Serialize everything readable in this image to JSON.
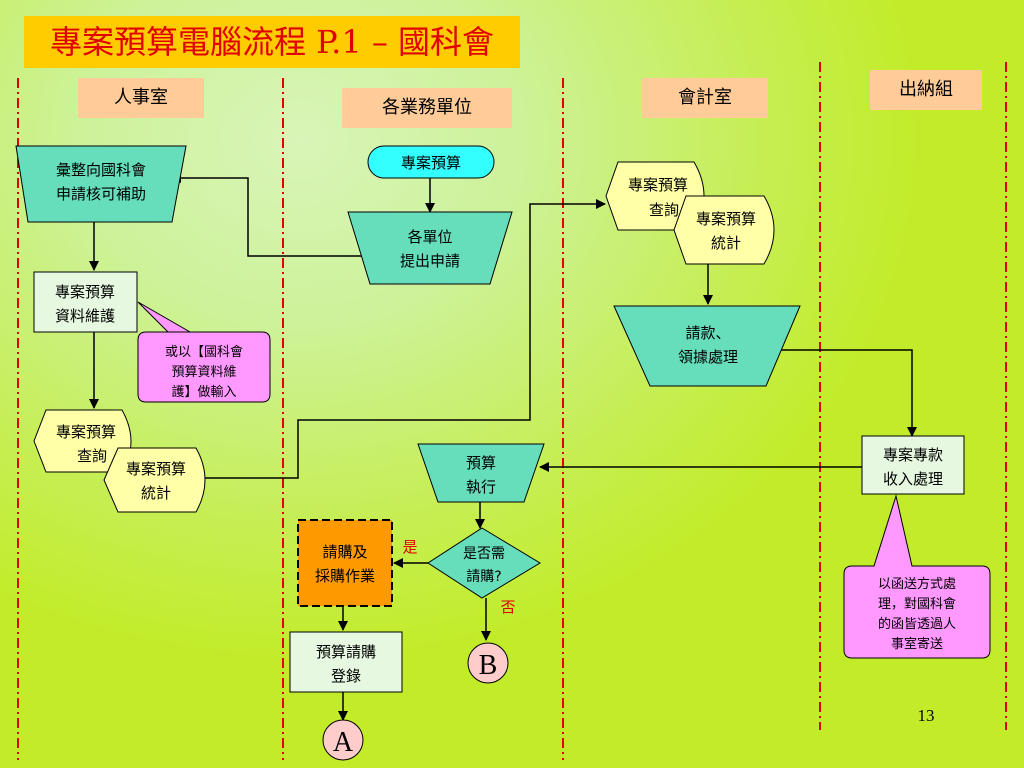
{
  "title": "專案預算電腦流程 P.1 – 國科會",
  "lanes": {
    "personnel": "人事室",
    "business_units": "各業務單位",
    "accounting": "會計室",
    "cashier": "出納組"
  },
  "nodes": {
    "summarize_apply": [
      "彙整向國科會",
      "申請核可補助"
    ],
    "project_budget_start": "專案預算",
    "unit_submit": [
      "各單位",
      "提出申請"
    ],
    "data_maintain": [
      "專案預算",
      "資料維護"
    ],
    "note_maintain": [
      "或以【國科會",
      "預算資料維",
      "護】做輸入"
    ],
    "personnel_query": [
      "專案預算",
      "查詢"
    ],
    "personnel_stats": [
      "專案預算",
      "統計"
    ],
    "acct_query": [
      "專案預算",
      "查詢"
    ],
    "acct_stats": [
      "專案預算",
      "統計"
    ],
    "claim": [
      "請款、",
      "領據處理"
    ],
    "budget_exec": [
      "預算",
      "執行"
    ],
    "need_purchase": [
      "是否需",
      "請購?"
    ],
    "yes_label": "是",
    "no_label": "否",
    "purchase_ops": [
      "請購及",
      "採購作業"
    ],
    "purchase_register": [
      "預算請購",
      "登錄"
    ],
    "connector_a": "A",
    "connector_b": "B",
    "income_process": [
      "專案專款",
      "收入處理"
    ],
    "note_income": [
      "以函送方式處",
      "理，對國科會",
      "的函皆透過人",
      "事室寄送"
    ]
  },
  "page_number": "13",
  "colors": {
    "title_bg": "#ffcc00",
    "title_text": "#e00000",
    "lane_label_bg": "#ffcc99",
    "process_fill": "#66ddbb",
    "box_fill": "#e6f8e0",
    "doc_fill": "#ffffa8",
    "note_fill": "#ff99ff",
    "purchase_fill": "#ff9900",
    "terminator_fill": "#33ffff",
    "connector_fill": "#ffcccc",
    "divider": "#e00000"
  }
}
